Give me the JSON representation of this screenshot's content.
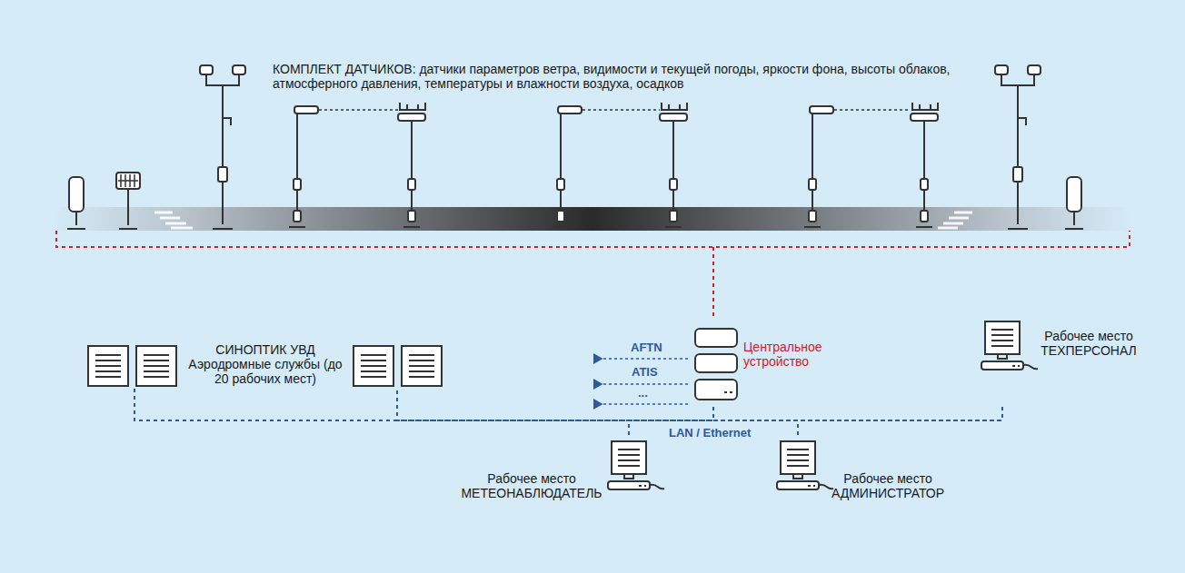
{
  "diagram": {
    "nodes": [
      {
        "text": [
          "КОМПЛЕКТ ДАТЧИКОВ: датчики параметров ветра, видимости и текущей погоды, яркости фона, высоты облаков, атмосферного давления, температуры и влажности воздуха, осадков"
        ]
      },
      {
        "text": [
          "Центральное устройство"
        ]
      },
      {
        "text": [
          "СИНОПТИК УВД Аэродромные службы (до 20 рабочих мест)"
        ]
      },
      {
        "text": [
          "Рабочее место МЕТЕОНАБЛЮДАТЕЛЬ"
        ]
      },
      {
        "text": [
          "Рабочее место АДМИНИСТРАТОР"
        ]
      },
      {
        "text": [
          "Рабочее место ТЕХПЕРСОНАЛ"
        ]
      }
    ],
    "edges": [
      {
        "from": 0,
        "to": 1,
        "arrow": "none"
      },
      {
        "from": 1,
        "to": 2,
        "arrow": "none"
      },
      {
        "from": 1,
        "to": 3,
        "arrow": "none"
      },
      {
        "from": 1,
        "to": 4,
        "arrow": "none"
      },
      {
        "from": 1,
        "to": 5,
        "arrow": "none"
      }
    ],
    "labels": [
      "AFTN",
      "ATIS",
      "...",
      "LAN / Ethernet"
    ]
  }
}
